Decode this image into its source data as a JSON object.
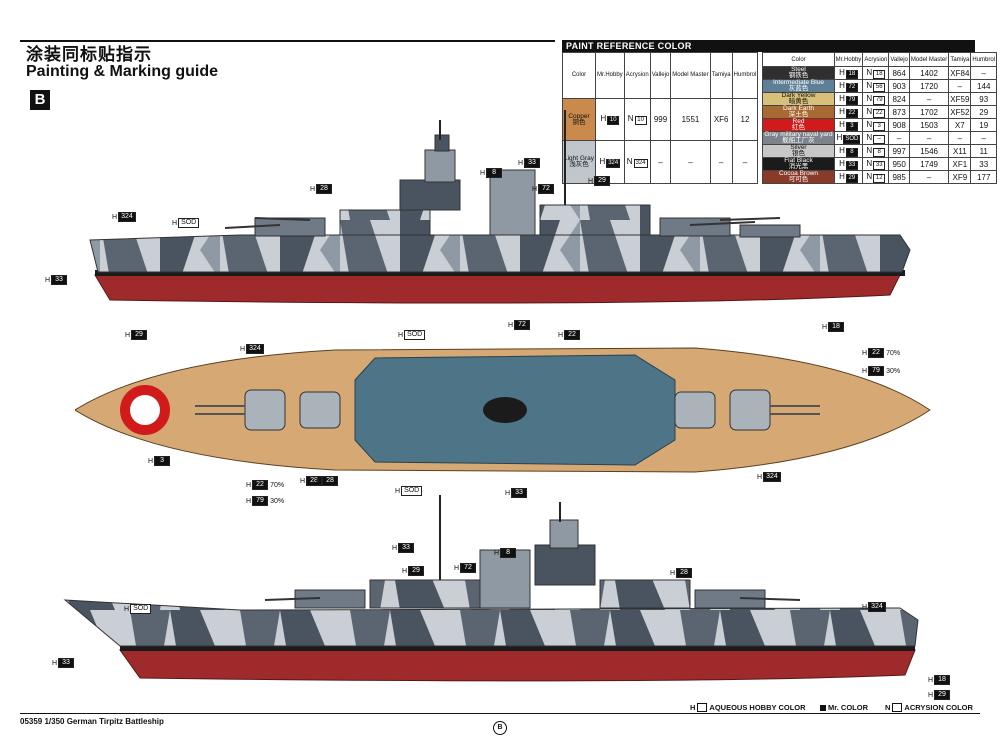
{
  "header": {
    "title_cn": "涂装同标贴指示",
    "title_en": "Painting & Marking guide",
    "section": "B"
  },
  "paint_table": {
    "heading": "PAINT REFERENCE COLOR",
    "columns": [
      "Color",
      "Mr.Hobby",
      "Acrysion",
      "Vallejo",
      "Model Master",
      "Tamiya",
      "Humbrol"
    ],
    "left": [
      {
        "name": "Copper",
        "cn": "铜色",
        "swatch": "#c98a4b",
        "h": "10",
        "n": "10",
        "vallejo": "999",
        "mm": "1551",
        "tamiya": "XF6",
        "humbrol": "12"
      },
      {
        "name": "Light Gray",
        "cn": "浅灰色",
        "swatch": "#bfc6cc",
        "h": "324",
        "n": "324",
        "vallejo": "–",
        "mm": "–",
        "tamiya": "–",
        "humbrol": "–"
      }
    ],
    "right": [
      {
        "name": "Steel",
        "cn": "钢铁色",
        "swatch": "#2f2f2f",
        "h": "18",
        "n": "18",
        "vallejo": "864",
        "mm": "1402",
        "tamiya": "XF84",
        "humbrol": "–"
      },
      {
        "name": "Intermediate Blue",
        "cn": "灰蓝色",
        "swatch": "#5e7f95",
        "h": "72",
        "n": "56",
        "vallejo": "903",
        "mm": "1720",
        "tamiya": "–",
        "humbrol": "144"
      },
      {
        "name": "Dark Yellow",
        "cn": "暗黄色",
        "swatch": "#d8c07a",
        "h": "79",
        "n": "79",
        "vallejo": "824",
        "mm": "–",
        "tamiya": "XF59",
        "humbrol": "93"
      },
      {
        "name": "Dark Earth",
        "cn": "深土色",
        "swatch": "#a86a33",
        "h": "22",
        "n": "22",
        "vallejo": "873",
        "mm": "1702",
        "tamiya": "XF52",
        "humbrol": "29"
      },
      {
        "name": "Red",
        "cn": "红色",
        "swatch": "#d11a1a",
        "h": "3",
        "n": "3",
        "vallejo": "908",
        "mm": "1503",
        "tamiya": "X7",
        "humbrol": "19"
      },
      {
        "name": "Gray military naval yard",
        "cn": "舰船工厂灰",
        "swatch": "#7d838a",
        "h": "SOD",
        "n": "–",
        "vallejo": "–",
        "mm": "–",
        "tamiya": "–",
        "humbrol": "–"
      },
      {
        "name": "Silver",
        "cn": "银色",
        "swatch": "#c7c7c7",
        "h": "8",
        "n": "8",
        "vallejo": "997",
        "mm": "1546",
        "tamiya": "X11",
        "humbrol": "11"
      },
      {
        "name": "Flat Black",
        "cn": "消光黑",
        "swatch": "#1b1b1b",
        "h": "33",
        "n": "33",
        "vallejo": "950",
        "mm": "1749",
        "tamiya": "XF1",
        "humbrol": "33"
      },
      {
        "name": "Cocoa Brown",
        "cn": "可可色",
        "swatch": "#8b3a2a",
        "h": "29",
        "n": "12",
        "vallejo": "985",
        "mm": "–",
        "tamiya": "XF9",
        "humbrol": "177"
      }
    ]
  },
  "callouts": {
    "side1": [
      {
        "code": "324"
      },
      {
        "code": "SOD"
      },
      {
        "code": "28"
      },
      {
        "code": "33"
      },
      {
        "code": "29"
      },
      {
        "code": "33"
      },
      {
        "code": "72"
      },
      {
        "code": "8"
      },
      {
        "code": "29"
      },
      {
        "code": "18"
      }
    ],
    "top": [
      {
        "code": "324"
      },
      {
        "code": "SOD"
      },
      {
        "code": "72"
      },
      {
        "code": "22"
      },
      {
        "code": "28"
      },
      {
        "code": "3"
      },
      {
        "code": "22",
        "pct": "70%"
      },
      {
        "code": "79",
        "pct": "30%"
      },
      {
        "code": "28"
      },
      {
        "code": "SOD"
      },
      {
        "code": "33"
      },
      {
        "code": "324"
      },
      {
        "code": "22",
        "pct": "70%"
      },
      {
        "code": "79",
        "pct": "30%"
      }
    ],
    "side2": [
      {
        "code": "33"
      },
      {
        "code": "8"
      },
      {
        "code": "SOD"
      },
      {
        "code": "29"
      },
      {
        "code": "72"
      },
      {
        "code": "28"
      },
      {
        "code": "33"
      },
      {
        "code": "324"
      },
      {
        "code": "18"
      },
      {
        "code": "29"
      }
    ]
  },
  "footer": {
    "left": "05359 1/350 German Tirpitz Battleship",
    "legend_h": "H",
    "legend_h_text": "AQUEOUS HOBBY COLOR",
    "legend_mr": "Mr. COLOR",
    "legend_n": "N",
    "legend_n_text": "ACRYSION COLOR",
    "page": "B"
  },
  "colors": {
    "hull_red": "#9e2a2b",
    "deck_tan": "#d5a874",
    "camo_dark": "#4a5360",
    "camo_light": "#c9cfd5",
    "deck_blue": "#4e7587"
  }
}
